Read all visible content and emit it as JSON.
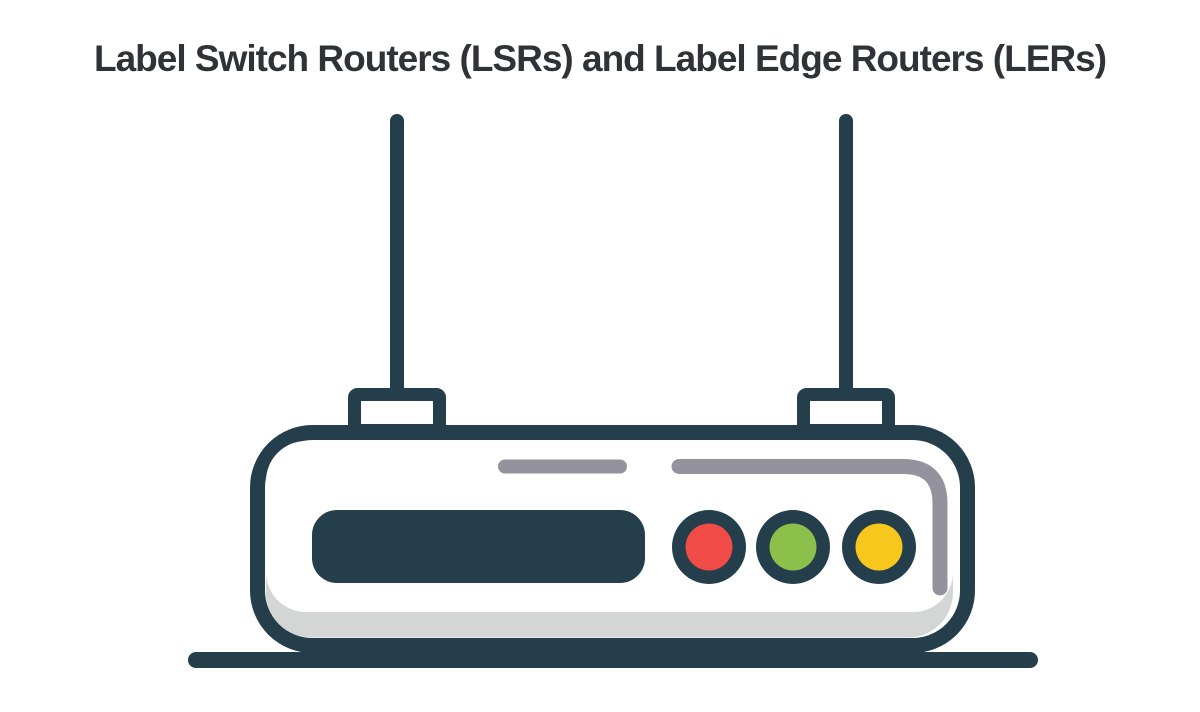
{
  "header": {
    "title": "Label Switch Routers (LSRs) and Label Edge Routers (LERs)"
  },
  "colors": {
    "background": "#ffffff",
    "title-ink": "#2f3338",
    "outline-dark": "#253e4b",
    "accent-gray": "#94939d",
    "shadow-gray": "#d4d6d6",
    "body-white": "#ffffff"
  },
  "illustration": {
    "name": "wireless-router-diagram",
    "status_lights": [
      {
        "id": "red",
        "color": "#f04b46"
      },
      {
        "id": "green",
        "color": "#8cc04b"
      },
      {
        "id": "yellow",
        "color": "#f7c71d"
      }
    ]
  }
}
